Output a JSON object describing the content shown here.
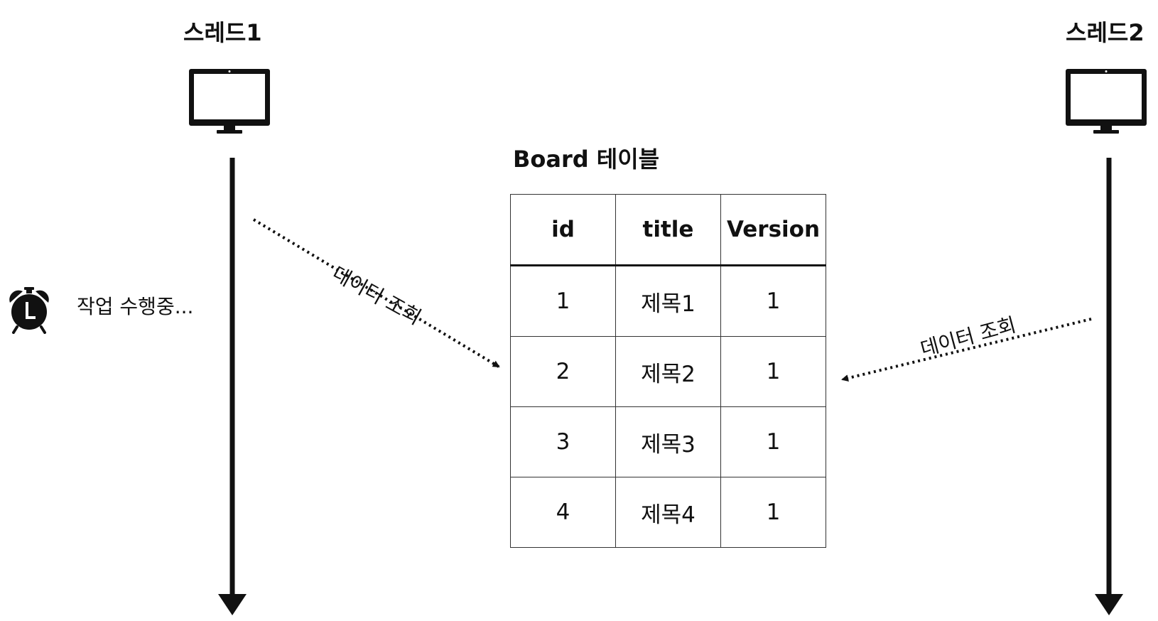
{
  "threads": [
    {
      "title": "스레드1",
      "icon": "monitor-icon"
    },
    {
      "title": "스레드2",
      "icon": "monitor-icon"
    }
  ],
  "table": {
    "title": "Board 테이블",
    "headers": [
      "id",
      "title",
      "Version"
    ],
    "rows": [
      [
        "1",
        "제목1",
        "1"
      ],
      [
        "2",
        "제목2",
        "1"
      ],
      [
        "3",
        "제목3",
        "1"
      ],
      [
        "4",
        "제목4",
        "1"
      ]
    ]
  },
  "status": {
    "icon": "alarm-clock-icon",
    "text": "작업 수행중..."
  },
  "arrows": {
    "thread1_query_label": "데이터 조회",
    "thread2_query_label": "데이터 조회"
  }
}
